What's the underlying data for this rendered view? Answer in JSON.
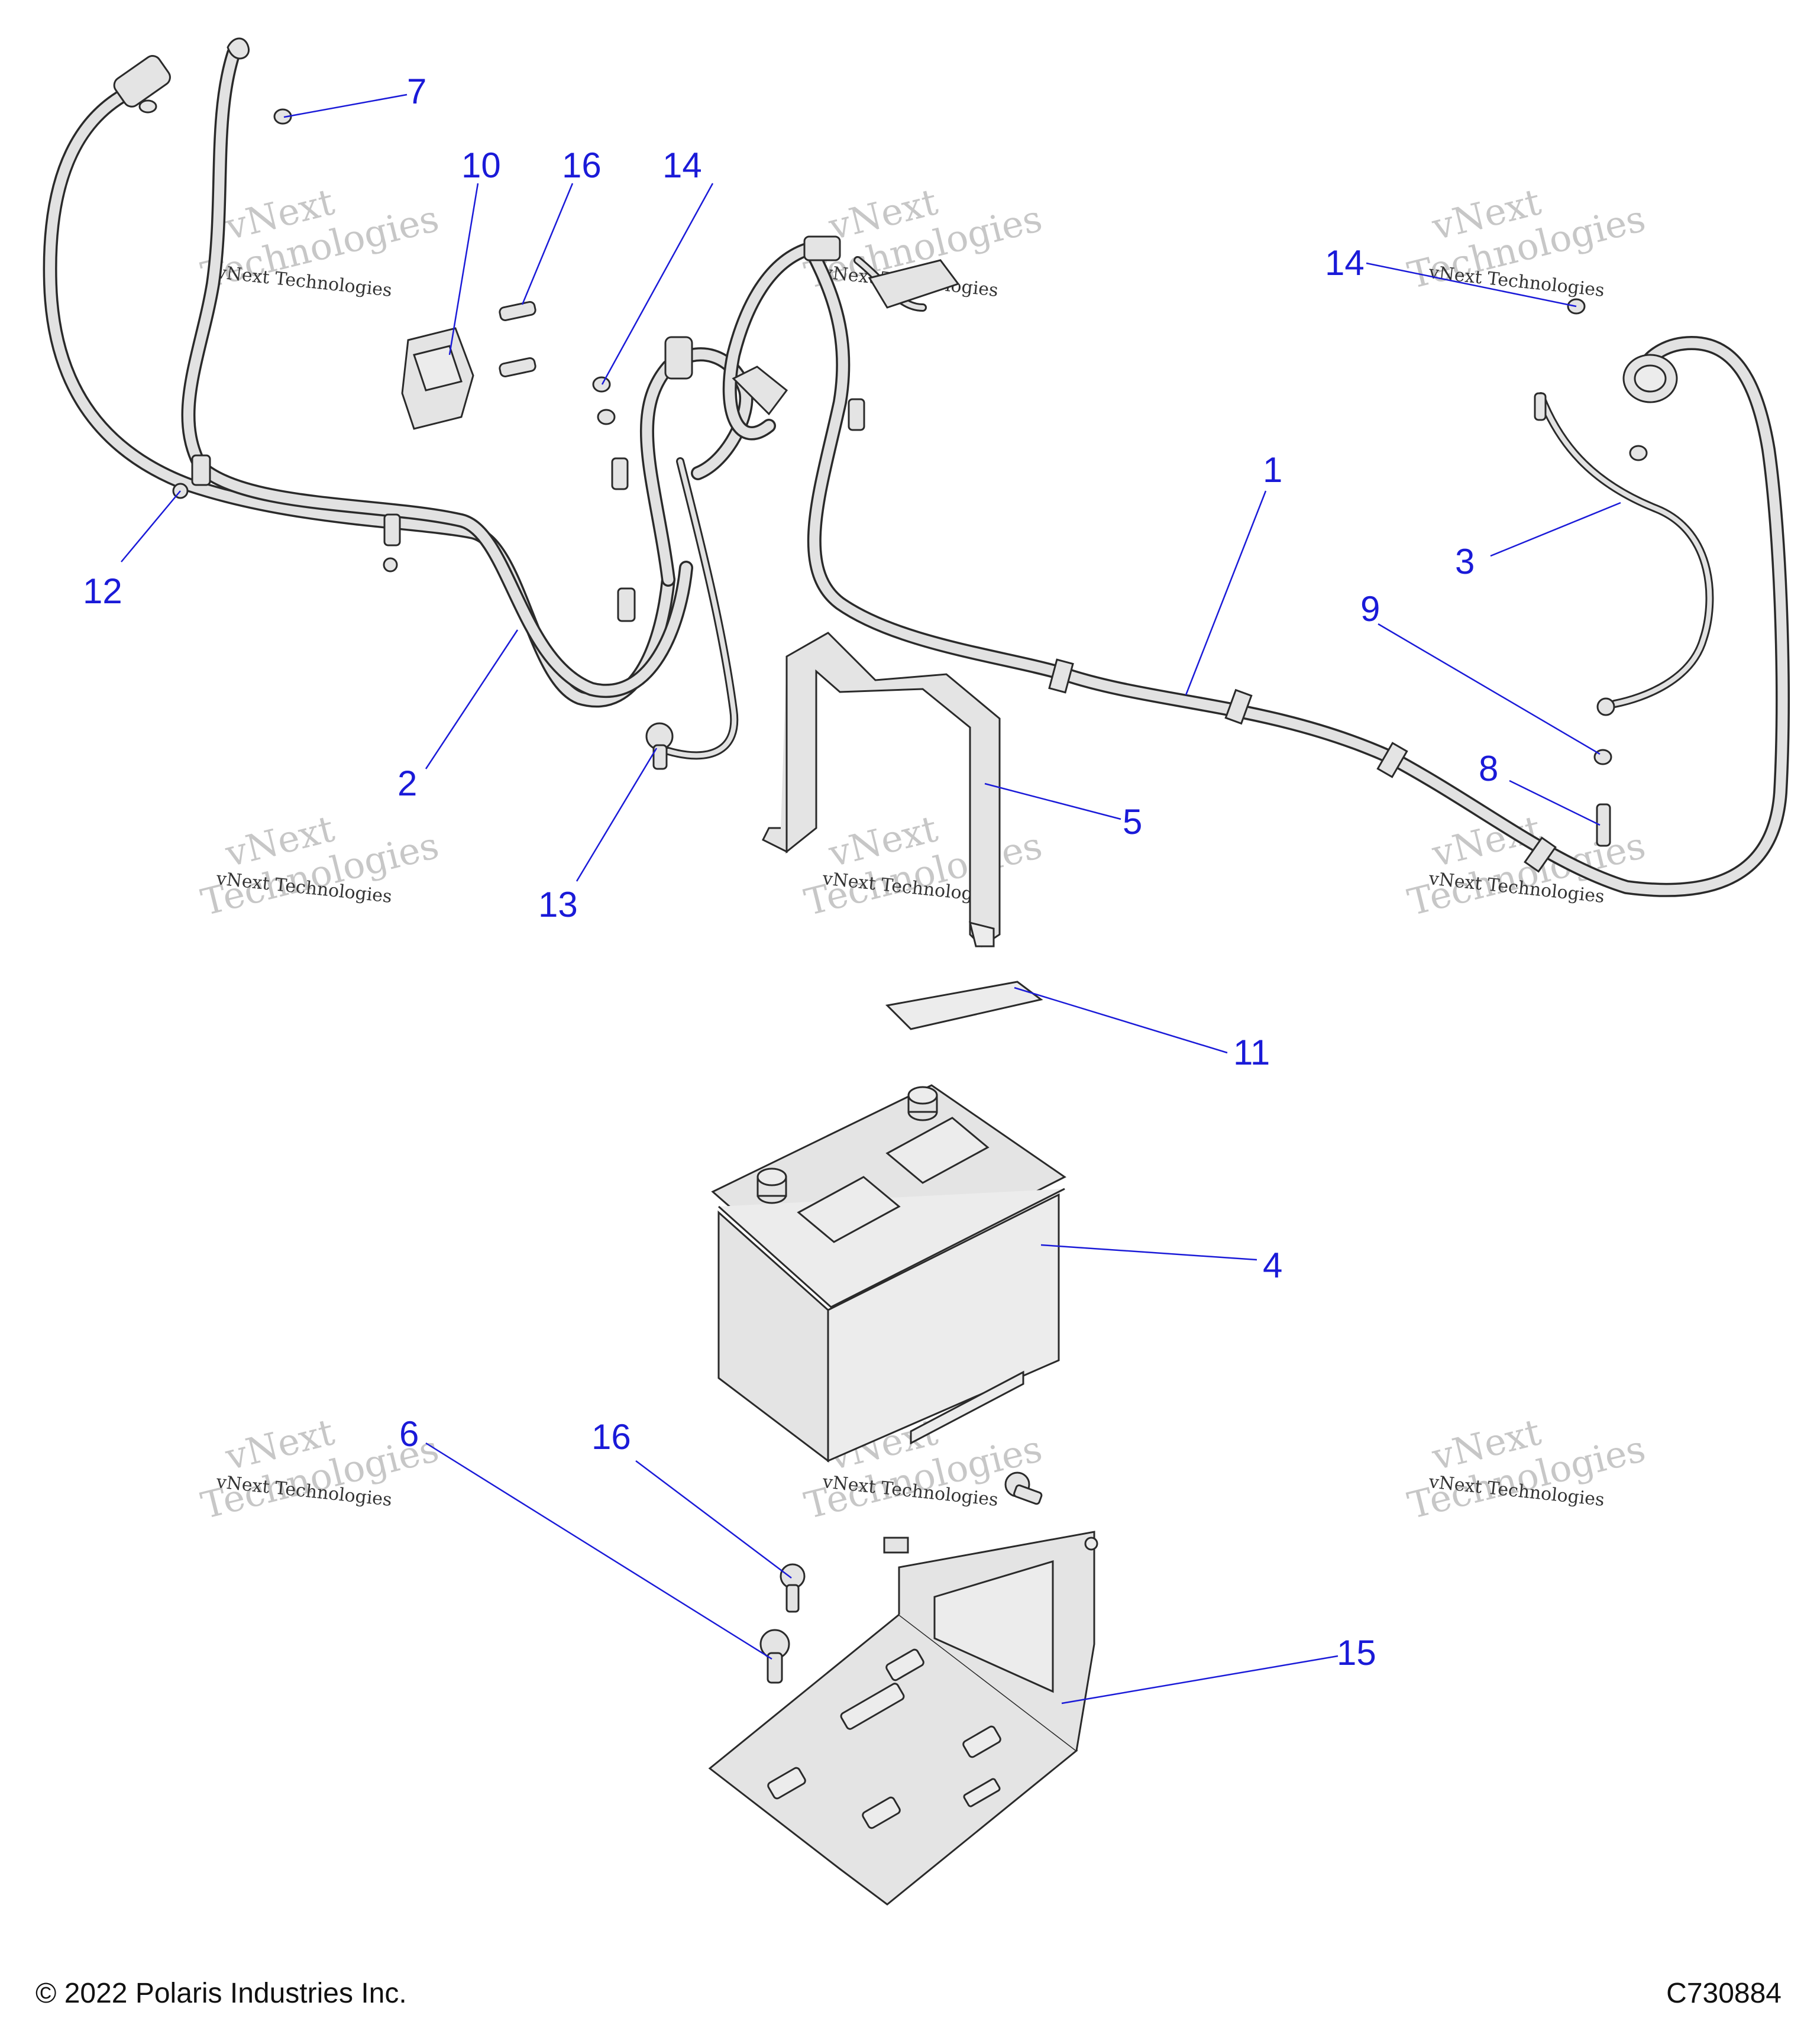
{
  "callouts": [
    {
      "id": "1",
      "label": "1"
    },
    {
      "id": "2",
      "label": "2"
    },
    {
      "id": "3",
      "label": "3"
    },
    {
      "id": "4",
      "label": "4"
    },
    {
      "id": "5",
      "label": "5"
    },
    {
      "id": "6",
      "label": "6"
    },
    {
      "id": "7",
      "label": "7"
    },
    {
      "id": "8",
      "label": "8"
    },
    {
      "id": "9",
      "label": "9"
    },
    {
      "id": "10",
      "label": "10"
    },
    {
      "id": "11",
      "label": "11"
    },
    {
      "id": "12",
      "label": "12"
    },
    {
      "id": "13",
      "label": "13"
    },
    {
      "id": "14a",
      "label": "14"
    },
    {
      "id": "14b",
      "label": "14"
    },
    {
      "id": "15",
      "label": "15"
    },
    {
      "id": "16a",
      "label": "16"
    },
    {
      "id": "16b",
      "label": "16"
    }
  ],
  "watermark": {
    "line1": "vNext Technologies",
    "big1": "vNext",
    "big2": "Technologies"
  },
  "footer": {
    "copyright": "© 2022 Polaris Industries Inc.",
    "ref_number": "C730884"
  },
  "colors": {
    "callout": "#1a1ad8",
    "line_art": "#2a2a2a",
    "part_fill": "#d9d9d9"
  }
}
